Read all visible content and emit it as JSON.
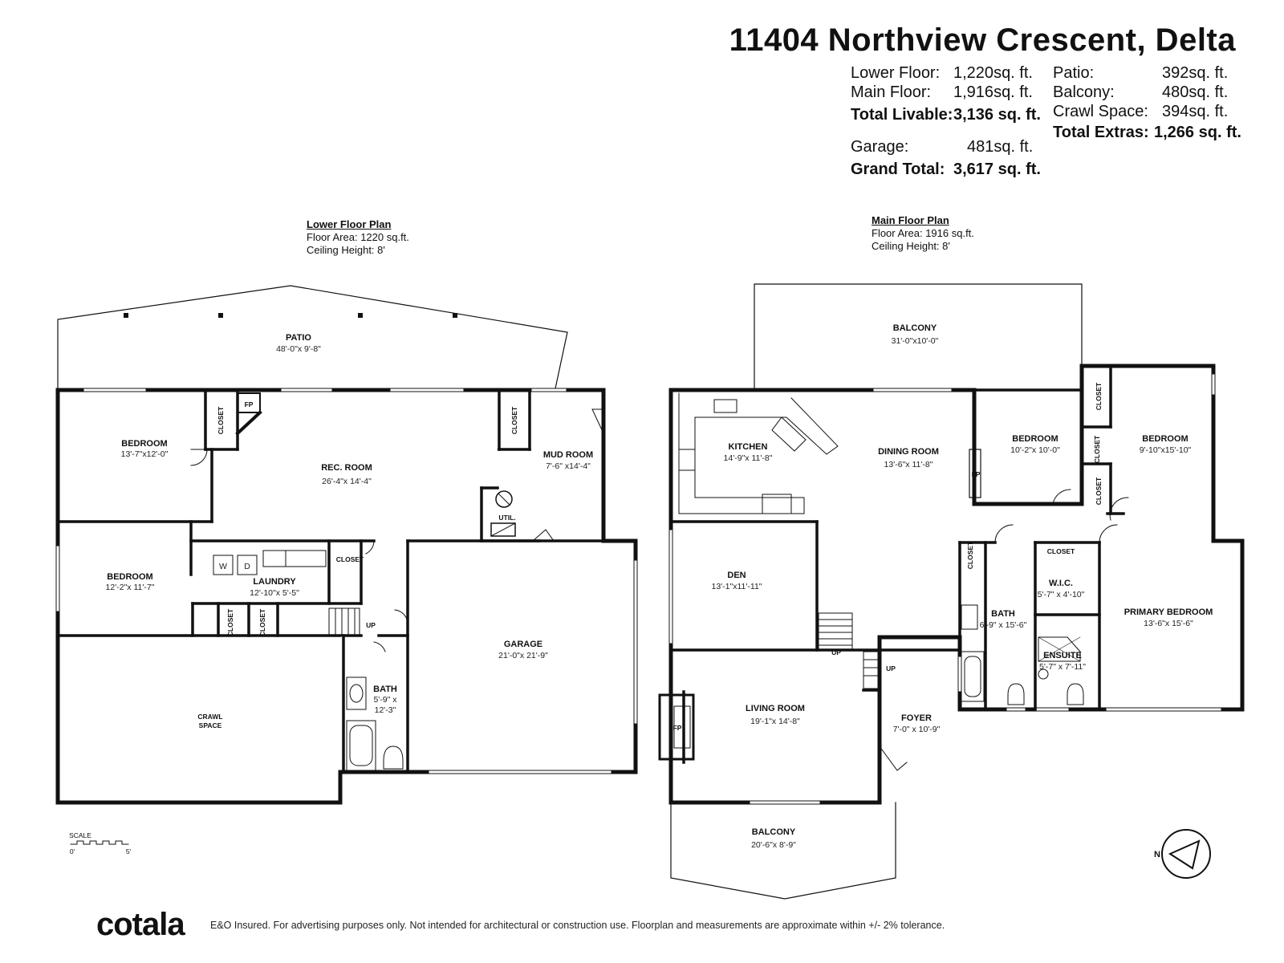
{
  "title": "11404 Northview Crescent, Delta",
  "stats": {
    "lower_floor": {
      "label": "Lower Floor:",
      "value": "1,220",
      "unit": "sq. ft."
    },
    "main_floor": {
      "label": "Main Floor:",
      "value": "1,916",
      "unit": "sq. ft."
    },
    "total_livable": {
      "label": "Total Livable:",
      "value": "3,136",
      "unit": "sq. ft."
    },
    "garage": {
      "label": "Garage:",
      "value": "481",
      "unit": "sq. ft."
    },
    "grand_total": {
      "label": "Grand Total:",
      "value": "3,617",
      "unit": "sq. ft."
    },
    "patio": {
      "label": "Patio:",
      "value": "392",
      "unit": "sq. ft."
    },
    "balcony": {
      "label": "Balcony:",
      "value": "480",
      "unit": "sq. ft."
    },
    "crawl_space": {
      "label": "Crawl Space:",
      "value": "394",
      "unit": "sq. ft."
    },
    "total_extras": {
      "label": "Total Extras:",
      "value": "1,266",
      "unit": "sq. ft."
    }
  },
  "lower_plan": {
    "heading": "Lower Floor Plan",
    "area": "Floor Area: 1220 sq.ft.",
    "ceiling": "Ceiling Height: 8'",
    "rooms": {
      "patio": {
        "name": "PATIO",
        "dim": "48'-0\"x 9'-8\""
      },
      "bedroom1": {
        "name": "BEDROOM",
        "dim": "13'-7\"x12'-0\""
      },
      "rec_room": {
        "name": "REC. ROOM",
        "dim": "26'-4\"x 14'-4\""
      },
      "mud_room": {
        "name": "MUD ROOM",
        "dim": "7'-6\" x14'-4\""
      },
      "bedroom2": {
        "name": "BEDROOM",
        "dim": "12'-2\"x 11'-7\""
      },
      "laundry": {
        "name": "LAUNDRY",
        "dim": "12'-10\"x 5'-5\""
      },
      "garage": {
        "name": "GARAGE",
        "dim": "21'-0\"x 21'-9\""
      },
      "bath": {
        "name": "BATH",
        "dim1": "5'-9\" x",
        "dim2": "12'-3\""
      },
      "crawl": {
        "name1": "CRAWL",
        "name2": "SPACE"
      }
    },
    "labels": {
      "closet": "CLOSET",
      "fp": "FP",
      "util": "UTIL.",
      "w": "W",
      "d": "D",
      "up": "UP"
    }
  },
  "main_plan": {
    "heading": "Main Floor Plan",
    "area": "Floor Area: 1916 sq.ft.",
    "ceiling": "Ceiling Height: 8'",
    "rooms": {
      "balcony_top": {
        "name": "BALCONY",
        "dim": "31'-0\"x10'-0\""
      },
      "kitchen": {
        "name": "KITCHEN",
        "dim": "14'-9\"x 11'-8\""
      },
      "dining": {
        "name": "DINING ROOM",
        "dim": "13'-6\"x 11'-8\""
      },
      "bedroom1": {
        "name": "BEDROOM",
        "dim": "10'-2\"x 10'-0\""
      },
      "bedroom2": {
        "name": "BEDROOM",
        "dim": "9'-10\"x15'-10\""
      },
      "den": {
        "name": "DEN",
        "dim": "13'-1\"x11'-11\""
      },
      "wic": {
        "name": "W.I.C.",
        "dim": "5'-7\" x 4'-10\""
      },
      "primary": {
        "name": "PRIMARY BEDROOM",
        "dim": "13'-6\"x 15'-6\""
      },
      "bath": {
        "name": "BATH",
        "dim": "6'-9\" x 15'-6\""
      },
      "ensuite": {
        "name": "ENSUITE",
        "dim": "5'-7\" x 7'-11\""
      },
      "living": {
        "name": "LIVING ROOM",
        "dim": "19'-1\"x 14'-8\""
      },
      "foyer": {
        "name": "FOYER",
        "dim": "7'-0\" x 10'-9\""
      },
      "balcony_bottom": {
        "name": "BALCONY",
        "dim": "20'-6\"x 8'-9\""
      }
    },
    "labels": {
      "closet": "CLOSET",
      "fp": "FP",
      "up": "UP"
    }
  },
  "scale": {
    "label": "SCALE",
    "start": "0'",
    "end": "5'"
  },
  "compass": {
    "label": "N"
  },
  "footer": {
    "brand": "cotala",
    "disclaimer": "E&O Insured. For advertising purposes only. Not intended for architectural or construction use. Floorplan and measurements are approximate within +/- 2% tolerance."
  }
}
